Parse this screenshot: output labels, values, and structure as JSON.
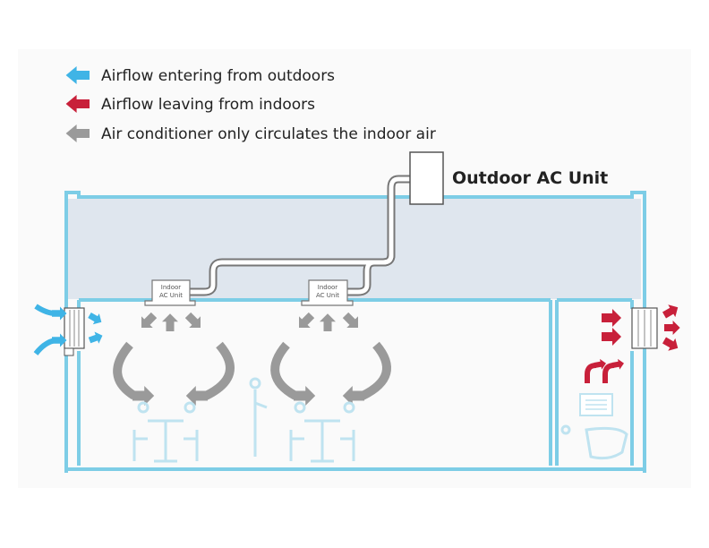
{
  "legend": [
    {
      "label": "Airflow entering from outdoors",
      "color": "#3fb4e6",
      "icon": "arrow-left-icon"
    },
    {
      "label": "Airflow leaving from indoors",
      "color": "#c8203a",
      "icon": "arrow-left-icon"
    },
    {
      "label": "Air conditioner only circulates the indoor air",
      "color": "#9a9a9a",
      "icon": "arrow-left-icon"
    }
  ],
  "outdoor_unit": {
    "label": "Outdoor AC Unit"
  },
  "indoor_units": [
    {
      "line1": "Indoor",
      "line2": "AC Unit"
    },
    {
      "line1": "Indoor",
      "line2": "AC Unit"
    }
  ],
  "colors": {
    "wall": "#7dcde6",
    "attic": "#dfe6ee",
    "circulation": "#9a9a9a",
    "intake": "#3fb4e6",
    "exhaust": "#c8203a"
  }
}
